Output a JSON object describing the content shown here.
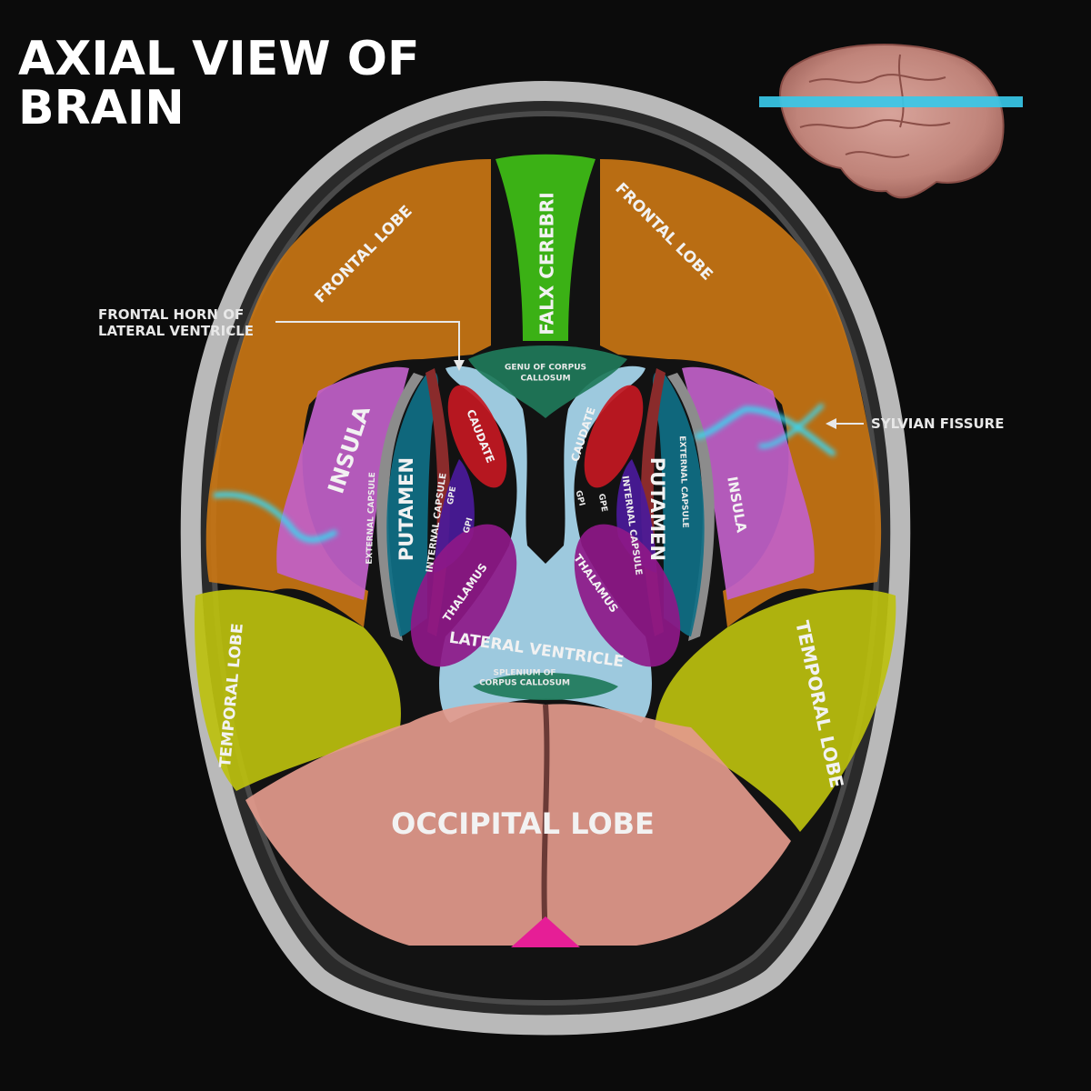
{
  "title": {
    "line1": "AXIAL VIEW OF",
    "line2": "BRAIN"
  },
  "colors": {
    "frontal_lobe": "#c87514",
    "falx_cerebri": "#3fbf16",
    "insula": "#c161c9",
    "putamen": "#0f6f86",
    "caudate": "#c41822",
    "globus_pallidus": "#4a1a9a",
    "thalamus": "#8e1888",
    "lateral_ventricle": "#a9d9f0",
    "corpus_callosum": "#1f7a5a",
    "temporal_lobe": "#bcc00e",
    "occipital_lobe": "#e39a8c",
    "sylvian_fissure": "#3ad6f0",
    "brain_plane": "#38c8e8"
  },
  "labels": {
    "frontal_lobe_left": "FRONTAL LOBE",
    "frontal_lobe_right": "FRONTAL LOBE",
    "falx_cerebri": "FALX CEREBRI",
    "genu_line1": "GENU OF CORPUS",
    "genu_line2": "CALLOSUM",
    "insula_left": "INSULA",
    "insula_right": "INSULA",
    "putamen_left": "PUTAMEN",
    "putamen_right": "PUTAMEN",
    "caudate_left": "CAUDATE",
    "caudate_right": "CAUDATE",
    "external_capsule_left": "EXTERNAL CAPSULE",
    "external_capsule_right": "EXTERNAL CAPSULE",
    "internal_capsule_left": "INTERNAL CAPSULE",
    "internal_capsule_right": "INTERNAL CAPSULE",
    "gpe_left": "GPE",
    "gpi_left": "GPI",
    "gpe_right": "GPE",
    "gpi_right": "GPI",
    "thalamus_left": "THALAMUS",
    "thalamus_right": "THALAMUS",
    "lateral_ventricle": "LATERAL VENTRICLE",
    "splenium_line1": "SPLENIUM OF",
    "splenium_line2": "CORPUS CALLOSUM",
    "temporal_lobe_left": "TEMPORAL LOBE",
    "temporal_lobe_right": "TEMPORAL LOBE",
    "occipital_lobe": "OCCIPITAL LOBE"
  },
  "callouts": {
    "frontal_horn_line1": "FRONTAL HORN OF",
    "frontal_horn_line2": "LATERAL VENTRICLE",
    "sylvian_fissure": "SYLVIAN FISSURE"
  }
}
